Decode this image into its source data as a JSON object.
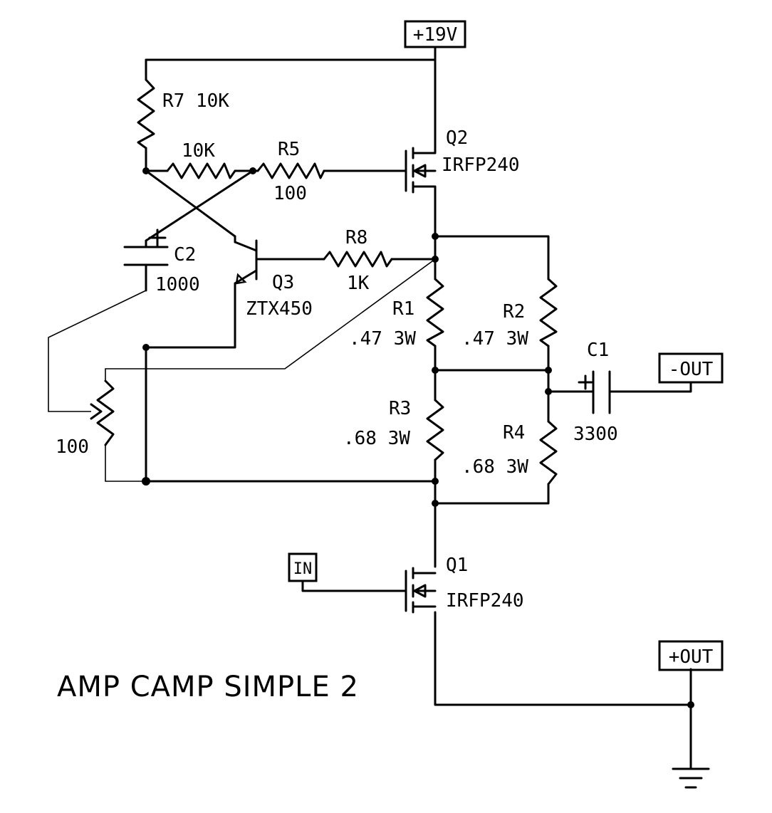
{
  "title": "AMP CAMP SIMPLE 2",
  "terminals": {
    "supply": "+19V",
    "input": "IN",
    "out_neg": "-OUT",
    "out_pos": "+OUT"
  },
  "components": {
    "q2": {
      "ref": "Q2",
      "part": "IRFP240"
    },
    "q1": {
      "ref": "Q1",
      "part": "IRFP240"
    },
    "q3": {
      "ref": "Q3",
      "part": "ZTX450"
    },
    "r7": {
      "label": "R7 10K"
    },
    "r_top": {
      "value": "10K"
    },
    "r5": {
      "ref": "R5",
      "value": "100"
    },
    "r8": {
      "ref": "R8",
      "value": "1K"
    },
    "c2": {
      "ref": "C2",
      "value": "1000",
      "polarity": "+"
    },
    "r1": {
      "ref": "R1",
      "value": ".47 3W"
    },
    "r2": {
      "ref": "R2",
      "value": ".47 3W"
    },
    "r3": {
      "ref": "R3",
      "value": ".68 3W"
    },
    "r4": {
      "ref": "R4",
      "value": ".68 3W"
    },
    "c1": {
      "ref": "C1",
      "value": "3300",
      "polarity": "+"
    },
    "pot": {
      "value": "100"
    }
  }
}
